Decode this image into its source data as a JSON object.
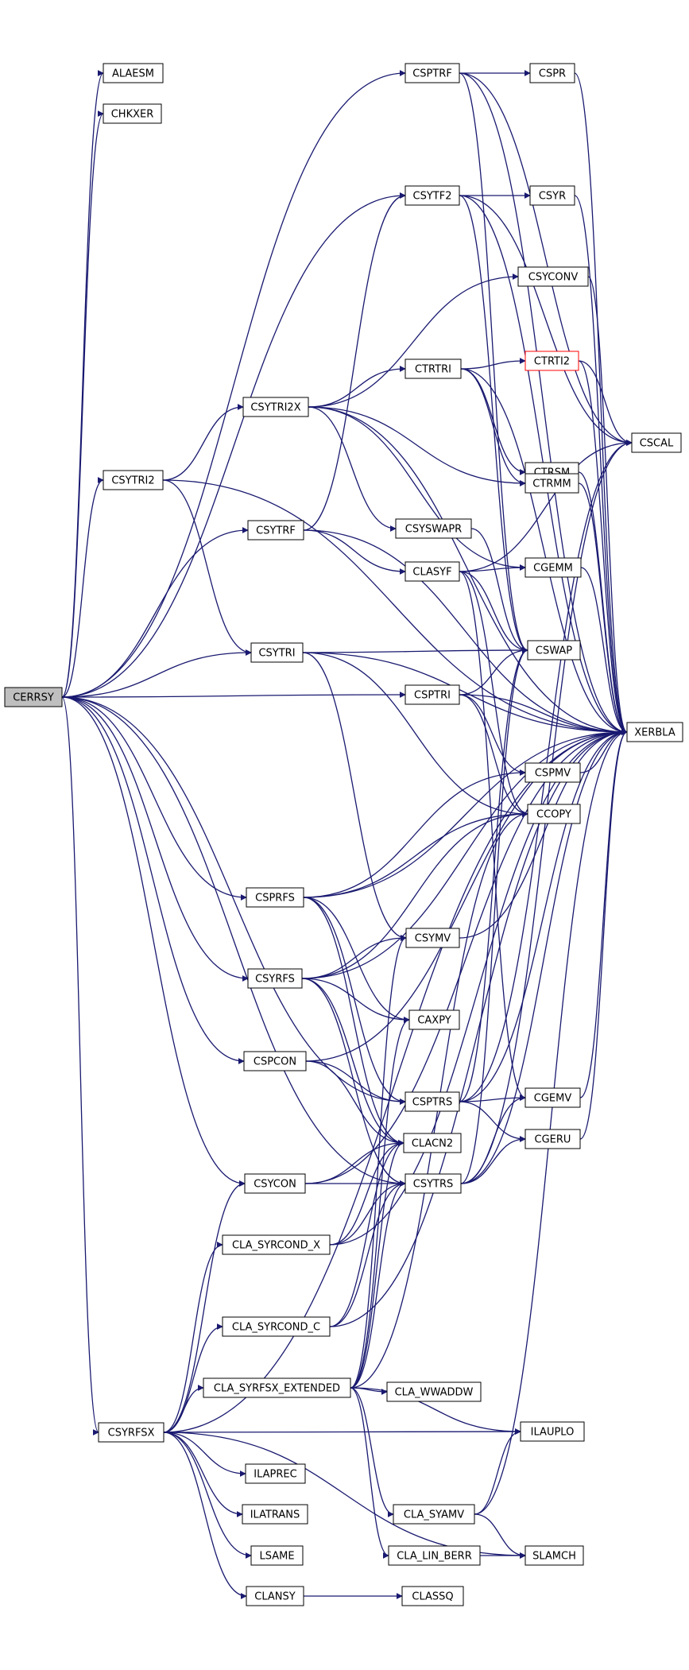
{
  "diagram": {
    "type": "call-graph",
    "edge_color": "#191970",
    "root_fill": "#bfbfbf",
    "default_fill": "#ffffff",
    "default_border": "#000000",
    "incomplete_border": "#ff0000",
    "nodes": [
      {
        "id": "CERRSY",
        "label": "CERRSY",
        "root": true
      },
      {
        "id": "ALAESM",
        "label": "ALAESM"
      },
      {
        "id": "CHKXER",
        "label": "CHKXER"
      },
      {
        "id": "CSYTRI2",
        "label": "CSYTRI2"
      },
      {
        "id": "CSYRFSX",
        "label": "CSYRFSX"
      },
      {
        "id": "CSPTRF",
        "label": "CSPTRF"
      },
      {
        "id": "CSPR",
        "label": "CSPR"
      },
      {
        "id": "CSYTF2",
        "label": "CSYTF2"
      },
      {
        "id": "CSYR",
        "label": "CSYR"
      },
      {
        "id": "CSYCONV",
        "label": "CSYCONV"
      },
      {
        "id": "CSYTRI2X",
        "label": "CSYTRI2X"
      },
      {
        "id": "CTRTRI",
        "label": "CTRTRI"
      },
      {
        "id": "CTRTI2",
        "label": "CTRTI2",
        "incomplete": true
      },
      {
        "id": "CSCAL",
        "label": "CSCAL"
      },
      {
        "id": "CTRSM",
        "label": "CTRSM"
      },
      {
        "id": "CTRMM",
        "label": "CTRMM"
      },
      {
        "id": "CSYSWAPR",
        "label": "CSYSWAPR"
      },
      {
        "id": "CSYTRF",
        "label": "CSYTRF"
      },
      {
        "id": "CLASYF",
        "label": "CLASYF"
      },
      {
        "id": "CGEMM",
        "label": "CGEMM"
      },
      {
        "id": "CSYTRI",
        "label": "CSYTRI"
      },
      {
        "id": "CSWAP",
        "label": "CSWAP"
      },
      {
        "id": "CSPTRI",
        "label": "CSPTRI"
      },
      {
        "id": "XERBLA",
        "label": "XERBLA"
      },
      {
        "id": "CSPMV",
        "label": "CSPMV"
      },
      {
        "id": "CCOPY",
        "label": "CCOPY"
      },
      {
        "id": "CSPRFS",
        "label": "CSPRFS"
      },
      {
        "id": "CSYMV",
        "label": "CSYMV"
      },
      {
        "id": "CSYRFS",
        "label": "CSYRFS"
      },
      {
        "id": "CAXPY",
        "label": "CAXPY"
      },
      {
        "id": "CSPCON",
        "label": "CSPCON"
      },
      {
        "id": "CSPTRS",
        "label": "CSPTRS"
      },
      {
        "id": "CGEMV",
        "label": "CGEMV"
      },
      {
        "id": "CLACN2",
        "label": "CLACN2"
      },
      {
        "id": "CGERU",
        "label": "CGERU"
      },
      {
        "id": "CSYCON",
        "label": "CSYCON"
      },
      {
        "id": "CSYTRS",
        "label": "CSYTRS"
      },
      {
        "id": "CLA_SYRCOND_X",
        "label": "CLA_SYRCOND_X"
      },
      {
        "id": "CLA_SYRCOND_C",
        "label": "CLA_SYRCOND_C"
      },
      {
        "id": "CLA_SYRFSX_EXTENDED",
        "label": "CLA_SYRFSX_EXTENDED"
      },
      {
        "id": "CLA_WWADDW",
        "label": "CLA_WWADDW"
      },
      {
        "id": "ILAUPLO",
        "label": "ILAUPLO"
      },
      {
        "id": "ILAPREC",
        "label": "ILAPREC"
      },
      {
        "id": "ILATRANS",
        "label": "ILATRANS"
      },
      {
        "id": "CLA_SYAMV",
        "label": "CLA_SYAMV"
      },
      {
        "id": "LSAME",
        "label": "LSAME"
      },
      {
        "id": "CLA_LIN_BERR",
        "label": "CLA_LIN_BERR"
      },
      {
        "id": "SLAMCH",
        "label": "SLAMCH"
      },
      {
        "id": "CLANSY",
        "label": "CLANSY"
      },
      {
        "id": "CLASSQ",
        "label": "CLASSQ"
      }
    ],
    "edges": [
      [
        "CERRSY",
        "ALAESM"
      ],
      [
        "CERRSY",
        "CHKXER"
      ],
      [
        "CERRSY",
        "CSPTRF"
      ],
      [
        "CERRSY",
        "CSYTF2"
      ],
      [
        "CERRSY",
        "CSYTRI2"
      ],
      [
        "CERRSY",
        "CSYTRF"
      ],
      [
        "CERRSY",
        "CSYTRI"
      ],
      [
        "CERRSY",
        "CSPTRI"
      ],
      [
        "CERRSY",
        "CSPRFS"
      ],
      [
        "CERRSY",
        "CSYRFS"
      ],
      [
        "CERRSY",
        "CSPCON"
      ],
      [
        "CERRSY",
        "CSPTRS"
      ],
      [
        "CERRSY",
        "CSYCON"
      ],
      [
        "CERRSY",
        "CSYTRS"
      ],
      [
        "CERRSY",
        "CSYRFSX"
      ],
      [
        "CSPTRF",
        "CSPR"
      ],
      [
        "CSPTRF",
        "CSCAL"
      ],
      [
        "CSPTRF",
        "XERBLA"
      ],
      [
        "CSPTRF",
        "CSWAP"
      ],
      [
        "CSPR",
        "XERBLA"
      ],
      [
        "CSYTF2",
        "CSYR"
      ],
      [
        "CSYTF2",
        "CSCAL"
      ],
      [
        "CSYTF2",
        "XERBLA"
      ],
      [
        "CSYTF2",
        "CSWAP"
      ],
      [
        "CSYR",
        "XERBLA"
      ],
      [
        "CSYCONV",
        "XERBLA"
      ],
      [
        "CSYTRI2",
        "CSYTRI2X"
      ],
      [
        "CSYTRI2",
        "CSYTRI"
      ],
      [
        "CSYTRI2",
        "XERBLA"
      ],
      [
        "CSYTRI2X",
        "CSYCONV"
      ],
      [
        "CSYTRI2X",
        "CTRTRI"
      ],
      [
        "CSYTRI2X",
        "CTRMM"
      ],
      [
        "CSYTRI2X",
        "CGEMM"
      ],
      [
        "CSYTRI2X",
        "CSYSWAPR"
      ],
      [
        "CSYTRI2X",
        "XERBLA"
      ],
      [
        "CTRTRI",
        "CTRTI2"
      ],
      [
        "CTRTRI",
        "CTRSM"
      ],
      [
        "CTRTRI",
        "CTRMM"
      ],
      [
        "CTRTRI",
        "XERBLA"
      ],
      [
        "CTRTI2",
        "CSCAL"
      ],
      [
        "CTRTI2",
        "XERBLA"
      ],
      [
        "CTRSM",
        "XERBLA"
      ],
      [
        "CTRMM",
        "XERBLA"
      ],
      [
        "CSYSWAPR",
        "CSWAP"
      ],
      [
        "CSYTRF",
        "CSYTF2"
      ],
      [
        "CSYTRF",
        "CLASYF"
      ],
      [
        "CSYTRF",
        "XERBLA"
      ],
      [
        "CLASYF",
        "CSCAL"
      ],
      [
        "CLASYF",
        "CGEMM"
      ],
      [
        "CLASYF",
        "CSWAP"
      ],
      [
        "CLASYF",
        "CCOPY"
      ],
      [
        "CLASYF",
        "CGEMV"
      ],
      [
        "CGEMM",
        "XERBLA"
      ],
      [
        "CSYTRI",
        "CSWAP"
      ],
      [
        "CSYTRI",
        "XERBLA"
      ],
      [
        "CSYTRI",
        "CCOPY"
      ],
      [
        "CSYTRI",
        "CSYMV"
      ],
      [
        "CSPTRI",
        "CSWAP"
      ],
      [
        "CSPTRI",
        "XERBLA"
      ],
      [
        "CSPTRI",
        "CSPMV"
      ],
      [
        "CSPTRI",
        "CCOPY"
      ],
      [
        "CSPMV",
        "XERBLA"
      ],
      [
        "CSPRFS",
        "CSPMV"
      ],
      [
        "CSPRFS",
        "CCOPY"
      ],
      [
        "CSPRFS",
        "XERBLA"
      ],
      [
        "CSPRFS",
        "CAXPY"
      ],
      [
        "CSPRFS",
        "CSPTRS"
      ],
      [
        "CSPRFS",
        "CLACN2"
      ],
      [
        "CSYMV",
        "XERBLA"
      ],
      [
        "CSYRFS",
        "CCOPY"
      ],
      [
        "CSYRFS",
        "CSYMV"
      ],
      [
        "CSYRFS",
        "XERBLA"
      ],
      [
        "CSYRFS",
        "CAXPY"
      ],
      [
        "CSYRFS",
        "CSYTRS"
      ],
      [
        "CSYRFS",
        "CLACN2"
      ],
      [
        "CSPCON",
        "XERBLA"
      ],
      [
        "CSPCON",
        "CSPTRS"
      ],
      [
        "CSPCON",
        "CLACN2"
      ],
      [
        "CSPTRS",
        "CGEMV"
      ],
      [
        "CSPTRS",
        "CGERU"
      ],
      [
        "CSPTRS",
        "CSWAP"
      ],
      [
        "CSPTRS",
        "CSCAL"
      ],
      [
        "CSPTRS",
        "XERBLA"
      ],
      [
        "CGEMV",
        "XERBLA"
      ],
      [
        "CGERU",
        "XERBLA"
      ],
      [
        "CSYCON",
        "CLACN2"
      ],
      [
        "CSYCON",
        "CSYTRS"
      ],
      [
        "CSYCON",
        "XERBLA"
      ],
      [
        "CSYTRS",
        "CGEMV"
      ],
      [
        "CSYTRS",
        "CGERU"
      ],
      [
        "CSYTRS",
        "CSWAP"
      ],
      [
        "CSYTRS",
        "CSCAL"
      ],
      [
        "CSYTRS",
        "XERBLA"
      ],
      [
        "CLA_SYRCOND_X",
        "CLACN2"
      ],
      [
        "CLA_SYRCOND_X",
        "CSYTRS"
      ],
      [
        "CLA_SYRCOND_X",
        "XERBLA"
      ],
      [
        "CLA_SYRCOND_C",
        "CLACN2"
      ],
      [
        "CLA_SYRCOND_C",
        "CSYTRS"
      ],
      [
        "CLA_SYRCOND_C",
        "XERBLA"
      ],
      [
        "CLA_SYRFSX_EXTENDED",
        "CLA_WWADDW"
      ],
      [
        "CLA_SYRFSX_EXTENDED",
        "ILAUPLO"
      ],
      [
        "CLA_SYRFSX_EXTENDED",
        "CLA_SYAMV"
      ],
      [
        "CLA_SYRFSX_EXTENDED",
        "CLA_LIN_BERR"
      ],
      [
        "CLA_SYRFSX_EXTENDED",
        "CSYMV"
      ],
      [
        "CLA_SYRFSX_EXTENDED",
        "CAXPY"
      ],
      [
        "CLA_SYRFSX_EXTENDED",
        "CSYTRS"
      ],
      [
        "CLA_SYRFSX_EXTENDED",
        "CCOPY"
      ],
      [
        "CLA_SYRFSX_EXTENDED",
        "CLACN2"
      ],
      [
        "CLA_SYAMV",
        "ILAUPLO"
      ],
      [
        "CLA_SYAMV",
        "SLAMCH"
      ],
      [
        "CLA_SYAMV",
        "XERBLA"
      ],
      [
        "CLA_LIN_BERR",
        "SLAMCH"
      ],
      [
        "CSYRFSX",
        "CSYCON"
      ],
      [
        "CSYRFSX",
        "CLA_SYRCOND_X"
      ],
      [
        "CSYRFSX",
        "CLA_SYRCOND_C"
      ],
      [
        "CSYRFSX",
        "CLA_SYRFSX_EXTENDED"
      ],
      [
        "CSYRFSX",
        "ILAPREC"
      ],
      [
        "CSYRFSX",
        "ILATRANS"
      ],
      [
        "CSYRFSX",
        "LSAME"
      ],
      [
        "CSYRFSX",
        "CLANSY"
      ],
      [
        "CSYRFSX",
        "SLAMCH"
      ],
      [
        "CSYRFSX",
        "XERBLA"
      ],
      [
        "CSYRFSX",
        "ILAUPLO"
      ],
      [
        "CLANSY",
        "CLASSQ"
      ]
    ]
  }
}
